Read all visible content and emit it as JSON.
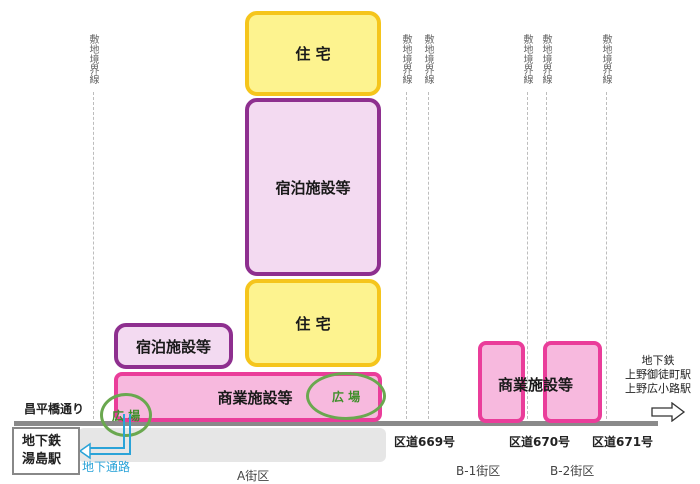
{
  "blocks": {
    "housing_top": "住 宅",
    "lodging_tall": "宿泊施設等",
    "housing_mid": "住 宅",
    "lodging_small": "宿泊施設等",
    "commercial_a": "商業施設等",
    "commercial_b": "商業施設等"
  },
  "plazas": {
    "plaza_right": "広 場",
    "plaza_left": "広 場"
  },
  "boundary_label": "敷地境界線",
  "roads": {
    "shohei": "昌平橋通り",
    "r669": "区道669号",
    "r670": "区道670号",
    "r671": "区道671号"
  },
  "districts": {
    "a": "A街区",
    "b1": "B-1街区",
    "b2": "B-2街区"
  },
  "stations": {
    "yushima_line1": "地下鉄",
    "yushima_line2": "湯島駅",
    "underground_passage": "地下通路",
    "ueno_line1": "地下鉄",
    "ueno_line2": "上野御徒町駅",
    "ueno_line3": "上野広小路駅"
  },
  "colors": {
    "housing_fill": "#fdf38f",
    "housing_border": "#f5c51c",
    "lodging_fill": "#f3daf1",
    "lodging_border": "#8e2f8f",
    "commercial_fill": "#f7b9de",
    "commercial_border": "#ea3d9a",
    "plaza_ring": "#6aa84f",
    "passage_blue": "#2aa3d8"
  }
}
